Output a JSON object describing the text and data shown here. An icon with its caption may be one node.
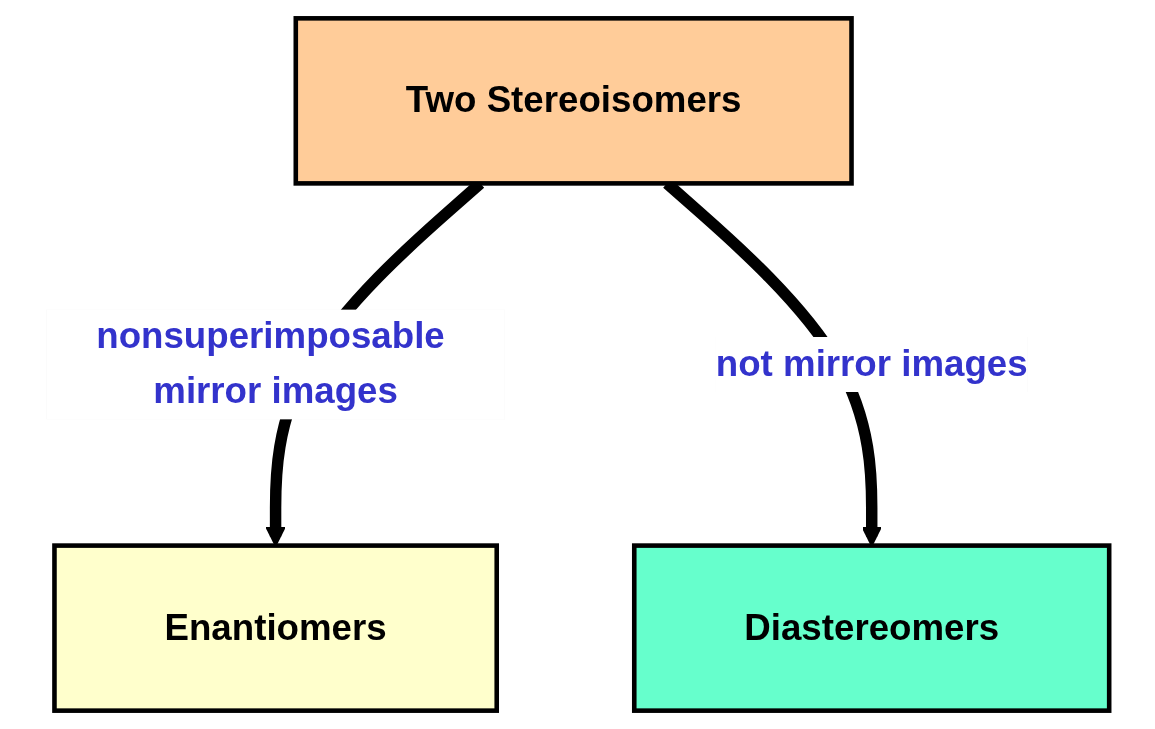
{
  "diagram": {
    "nodes": [
      {
        "text": [
          "Two Stereoisomers"
        ]
      },
      {
        "text": [
          "Enantiomers"
        ]
      },
      {
        "text": [
          "Diastereomers"
        ]
      }
    ],
    "edges": [
      {
        "from": 0,
        "to": 1,
        "arrow": "to",
        "label": "nonsuperimposable mirror images"
      },
      {
        "from": 0,
        "to": 2,
        "arrow": "to",
        "label": "not mirror images"
      }
    ]
  }
}
